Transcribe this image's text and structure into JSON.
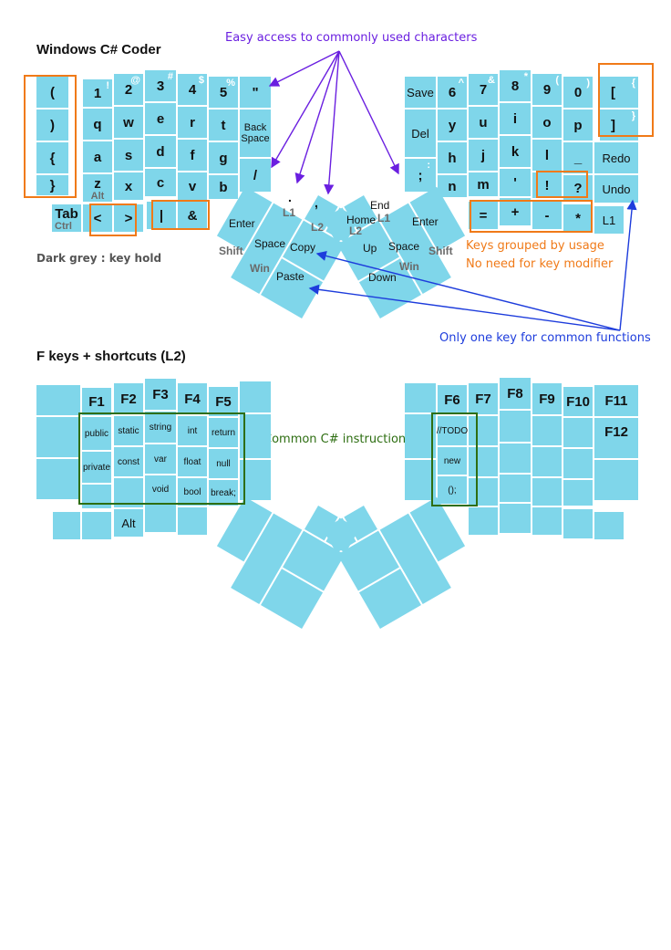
{
  "titles": {
    "layout": "Windows C# Coder",
    "fkeys": "F keys + shortcuts (L2)"
  },
  "notes": {
    "dark_grey": "Dark grey : key hold",
    "easy_access": "Easy access to commonly used characters",
    "grouped": "Keys grouped by usage",
    "no_modifier": "No need for key modifier",
    "one_key": "Only one key for common functions",
    "csharp": "Common C# instructions"
  },
  "colors": {
    "key": "#7fd6ea",
    "hold_text": "#6a6a6a",
    "annotation_purple": "#6a1fe0",
    "annotation_orange": "#f07a18",
    "annotation_blue": "#1d3cdc",
    "annotation_green": "#2e6e12"
  },
  "layer1": {
    "left": {
      "col0": [
        "(",
        ")",
        "{",
        "}"
      ],
      "c1": [
        "1",
        "!",
        "q",
        "a",
        "z",
        "Alt"
      ],
      "c2": [
        "2",
        "@",
        "w",
        "s",
        "x",
        "<"
      ],
      "c3": [
        "3",
        "#",
        "e",
        "d",
        "c",
        ">"
      ],
      "c4": [
        "4",
        "$",
        "r",
        "f",
        "v",
        "|"
      ],
      "c5": [
        "5",
        "%",
        "t",
        "g",
        "b",
        "&"
      ],
      "c6": [
        "\"",
        "Back Space",
        "/"
      ],
      "tab": [
        "Tab",
        "Ctrl"
      ]
    },
    "right": {
      "c0": [
        "Save",
        "Del",
        ";",
        ":"
      ],
      "c1": [
        "6",
        "^",
        "y",
        "h",
        "n"
      ],
      "c2": [
        "7",
        "&",
        "u",
        "j",
        "m",
        "="
      ],
      "c3": [
        "8",
        "*",
        "i",
        "k",
        "'",
        "+"
      ],
      "c4": [
        "9",
        "(",
        "o",
        "l",
        "!",
        "-"
      ],
      "c5": [
        "0",
        ")",
        "p",
        "_",
        "?",
        "*"
      ],
      "c6": [
        "[",
        "{",
        "]",
        "}",
        "Redo",
        "Undo",
        "L1"
      ]
    },
    "thumb_left": {
      "dot": ".",
      "dot_hold": "L1",
      "comma": ",",
      "comma_hold": "L2",
      "enter": "Enter",
      "space": "Space",
      "shift": "Shift",
      "copy": "Copy",
      "win": "Win",
      "paste": "Paste"
    },
    "thumb_right": {
      "end": "End",
      "home": "Home",
      "l1": "L1",
      "l2": "L2",
      "enter": "Enter",
      "up": "Up",
      "space": "Space",
      "shift": "Shift",
      "win": "Win",
      "down": "Down"
    }
  },
  "layer2": {
    "fkeys_left": [
      "F1",
      "F2",
      "F3",
      "F4",
      "F5"
    ],
    "fkeys_right": [
      "F6",
      "F7",
      "F8",
      "F9",
      "F10",
      "F11",
      "F12"
    ],
    "instr_row1": [
      "public",
      "static",
      "string",
      "int",
      "return"
    ],
    "instr_row2": [
      "private",
      "const",
      "var",
      "float",
      "null"
    ],
    "instr_row3": [
      "void",
      "bool",
      "break;"
    ],
    "instr_right": [
      "//TODO",
      "new",
      "();"
    ],
    "alt": "Alt"
  }
}
